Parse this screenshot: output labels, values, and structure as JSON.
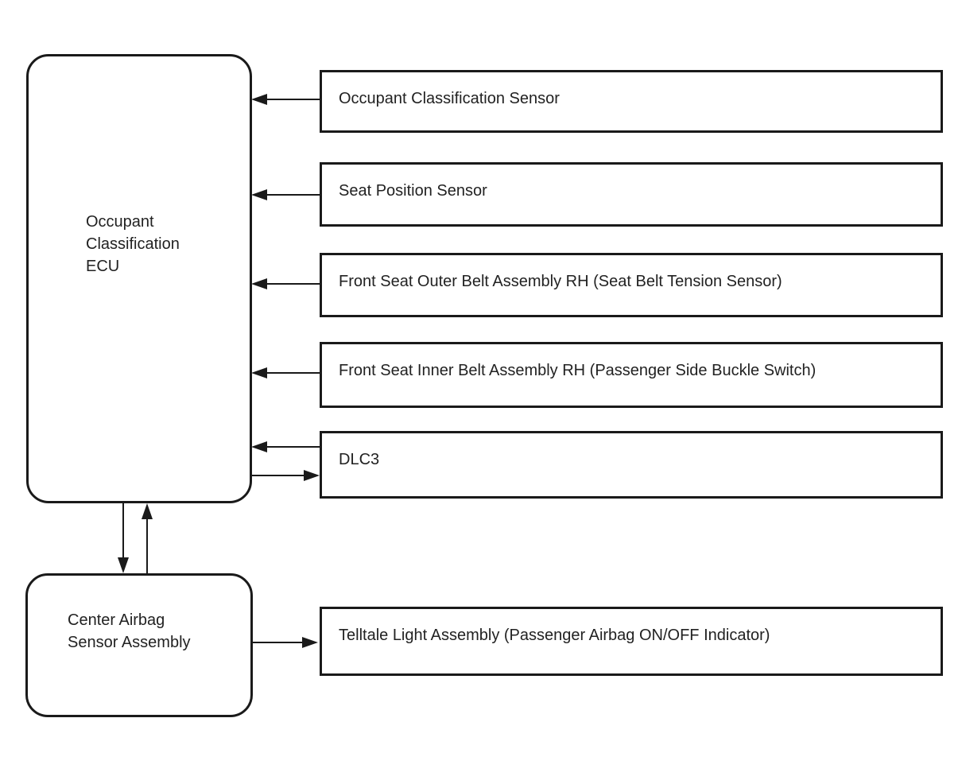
{
  "diagram": {
    "title": "Occupant Classification System block diagram",
    "colors": {
      "line": "#1a1a1a",
      "text": "#222222",
      "background": "#ffffff"
    },
    "nodes": {
      "ecu": {
        "lines": [
          "Occupant",
          "Classification",
          "ECU"
        ]
      },
      "center_airbag": {
        "lines": [
          "Center Airbag",
          "Sensor Assembly"
        ]
      },
      "boxes": [
        {
          "label": "Occupant Classification Sensor"
        },
        {
          "label": "Seat Position Sensor"
        },
        {
          "label": "Front Seat Outer Belt Assembly RH (Seat Belt Tension Sensor)"
        },
        {
          "label": "Front Seat Inner Belt Assembly RH (Passenger Side Buckle Switch)"
        },
        {
          "label": "DLC3"
        },
        {
          "label": "Telltale Light Assembly (Passenger Airbag ON/OFF Indicator)"
        }
      ]
    },
    "connections": [
      {
        "from": "Occupant Classification Sensor",
        "to": "Occupant Classification ECU",
        "direction": "left"
      },
      {
        "from": "Seat Position Sensor",
        "to": "Occupant Classification ECU",
        "direction": "left"
      },
      {
        "from": "Front Seat Outer Belt Assembly RH (Seat Belt Tension Sensor)",
        "to": "Occupant Classification ECU",
        "direction": "left"
      },
      {
        "from": "Front Seat Inner Belt Assembly RH (Passenger Side Buckle Switch)",
        "to": "Occupant Classification ECU",
        "direction": "left"
      },
      {
        "from": "DLC3",
        "to": "Occupant Classification ECU",
        "direction": "left"
      },
      {
        "from": "Occupant Classification ECU",
        "to": "DLC3",
        "direction": "right"
      },
      {
        "from": "Occupant Classification ECU",
        "to": "Center Airbag Sensor Assembly",
        "direction": "down"
      },
      {
        "from": "Center Airbag Sensor Assembly",
        "to": "Occupant Classification ECU",
        "direction": "up"
      },
      {
        "from": "Center Airbag Sensor Assembly",
        "to": "Telltale Light Assembly (Passenger Airbag ON/OFF Indicator)",
        "direction": "right"
      }
    ]
  }
}
